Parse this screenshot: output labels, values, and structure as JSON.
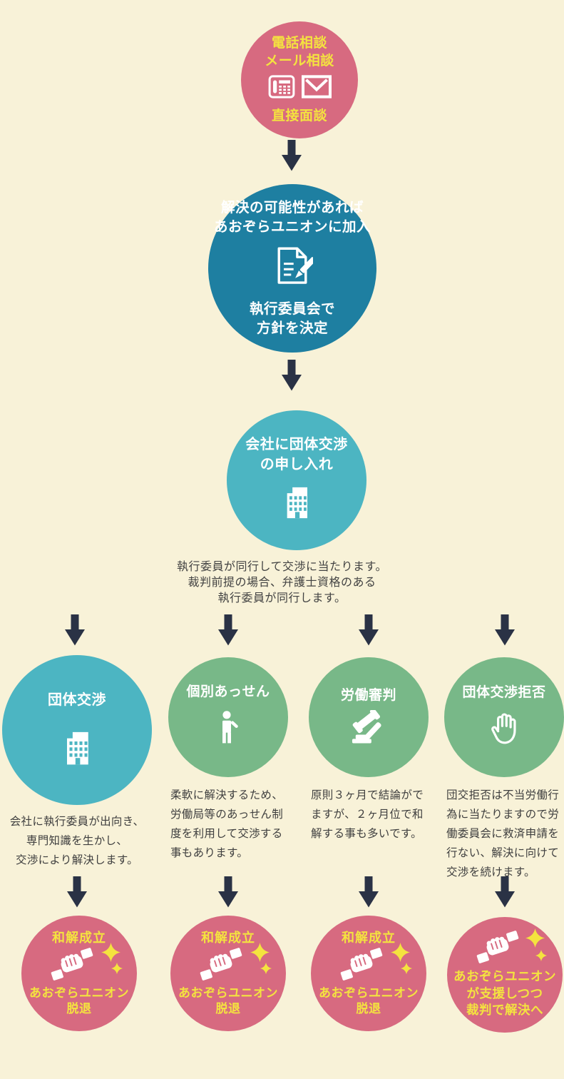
{
  "colors": {
    "background": "#f8f2d8",
    "pink": "#d76a80",
    "yellow": "#f4e33f",
    "dark_teal": "#1e7fa1",
    "teal": "#4cb5c2",
    "green": "#78b888",
    "arrow": "#2a3245",
    "body_text": "#404040",
    "icon": "#ffffff"
  },
  "intake": {
    "methods": "電話相談\nメール相談",
    "direct": "直接面談",
    "icons": [
      "fax-icon",
      "mail-icon"
    ]
  },
  "join": {
    "condition": "解決の可能性があれば\nあおぞらユニオンに加入",
    "icon": "document-pen-icon",
    "decision": "執行委員会で\n方針を決定"
  },
  "request": {
    "label": "会社に団体交渉\nの申し入れ",
    "icon": "building-icon"
  },
  "note": "執行委員が同行して交渉に当たります。\n裁判前提の場合、弁護士資格のある\n執行委員が同行します。",
  "branches": [
    {
      "title": "団体交渉",
      "icon": "building-icon",
      "description": "会社に執行委員が出向き、\n専門知識を生かし、\n交渉により解決します。",
      "result_title": "和解成立",
      "result_icon": "handshake-icon",
      "result_text": "あおぞらユニオン\n脱退"
    },
    {
      "title": "個別あっせん",
      "icon": "person-icon",
      "description": "柔軟に解決するため、\n労働局等のあっせん制\n度を利用して交渉する\n事もあります。",
      "result_title": "和解成立",
      "result_icon": "handshake-icon",
      "result_text": "あおぞらユニオン\n脱退"
    },
    {
      "title": "労働審判",
      "icon": "gavel-icon",
      "description": "原則３ヶ月で結論がで\nますが、２ヶ月位で和\n解する事も多いです。",
      "result_title": "和解成立",
      "result_icon": "handshake-icon",
      "result_text": "あおぞらユニオン\n脱退"
    },
    {
      "title": "団体交渉拒否",
      "icon": "raised-hand-icon",
      "description": "団交拒否は不当労働行\n為に当たりますので労\n働委員会に救済申請を\n行ない、解決に向けて\n交渉を続けます。",
      "result_icon": "handshake-icon",
      "result_text": "あおぞらユニオン\nが支援しつつ\n裁判で解決へ"
    }
  ]
}
